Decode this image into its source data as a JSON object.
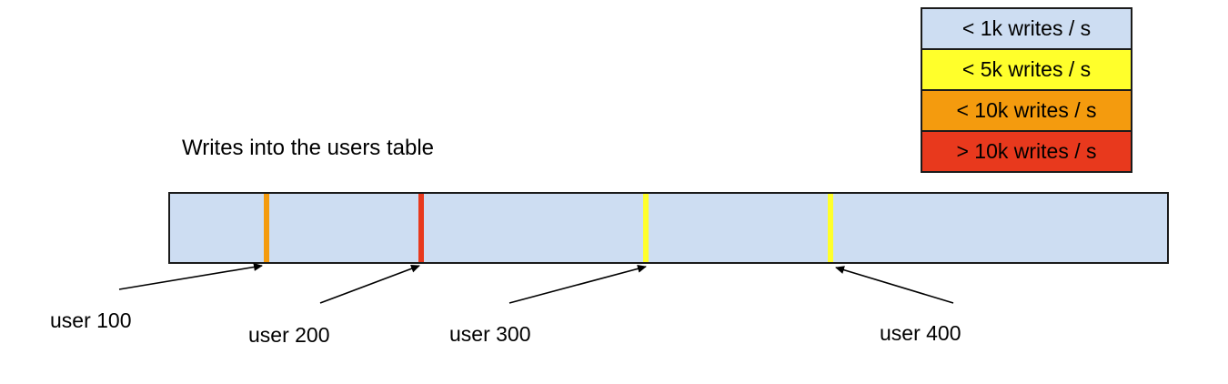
{
  "title": "Writes into the users table",
  "legend": {
    "items": [
      {
        "label": "< 1k writes / s",
        "color": "#cdddf2"
      },
      {
        "label": "< 5k writes / s",
        "color": "#ffff2b"
      },
      {
        "label": "< 10k writes / s",
        "color": "#f49b0e"
      },
      {
        "label": "> 10k writes / s",
        "color": "#e8391d"
      }
    ]
  },
  "bar": {
    "fill": "#cdddf2",
    "border_color": "#1b1b1b",
    "ticks": [
      {
        "label": "user 100",
        "color": "#f49b0e"
      },
      {
        "label": "user 200",
        "color": "#e8391d"
      },
      {
        "label": "user 300",
        "color": "#ffff2b"
      },
      {
        "label": "user 400",
        "color": "#ffff2b"
      }
    ]
  }
}
